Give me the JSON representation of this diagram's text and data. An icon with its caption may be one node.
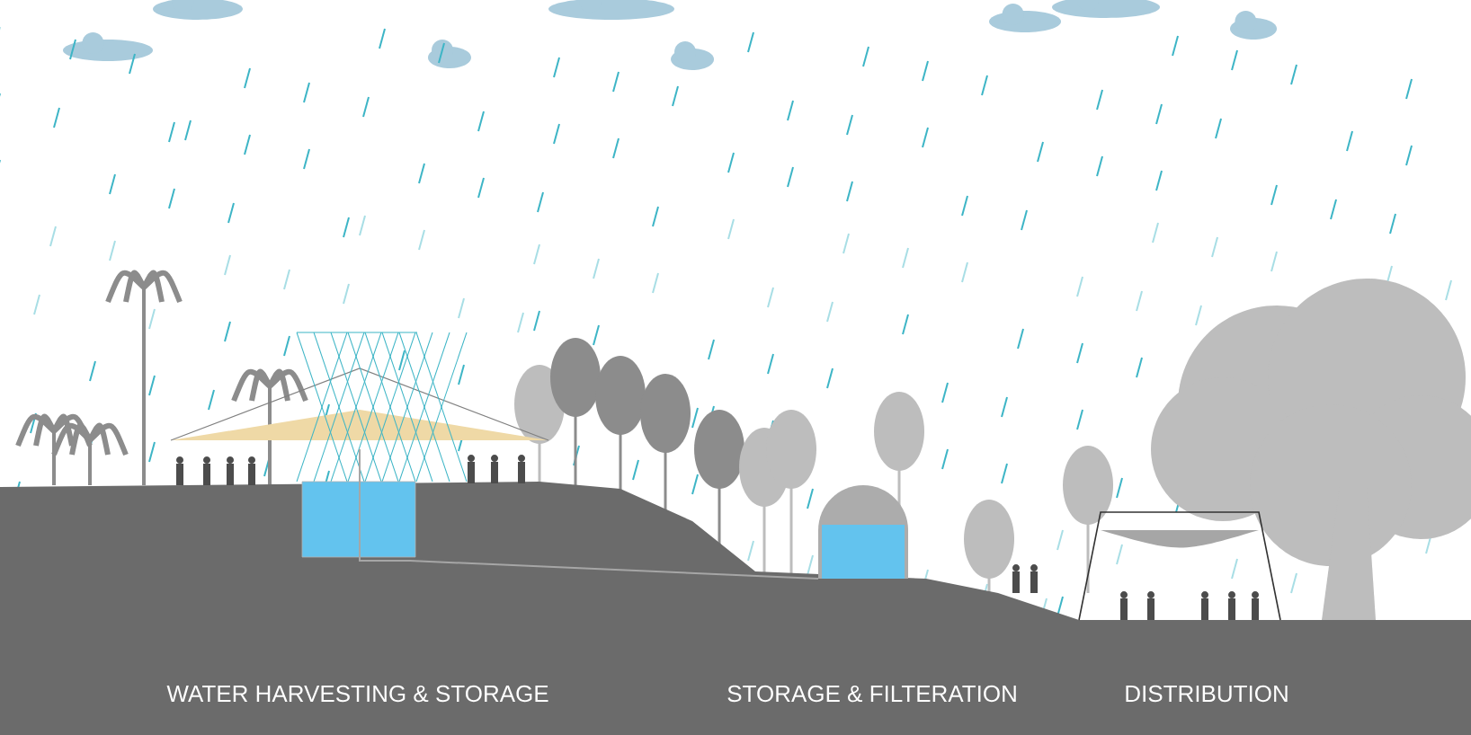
{
  "diagram": {
    "labels": [
      "WATER HARVESTING & STORAGE",
      "STORAGE & FILTERATION",
      "DISTRIBUTION"
    ]
  }
}
